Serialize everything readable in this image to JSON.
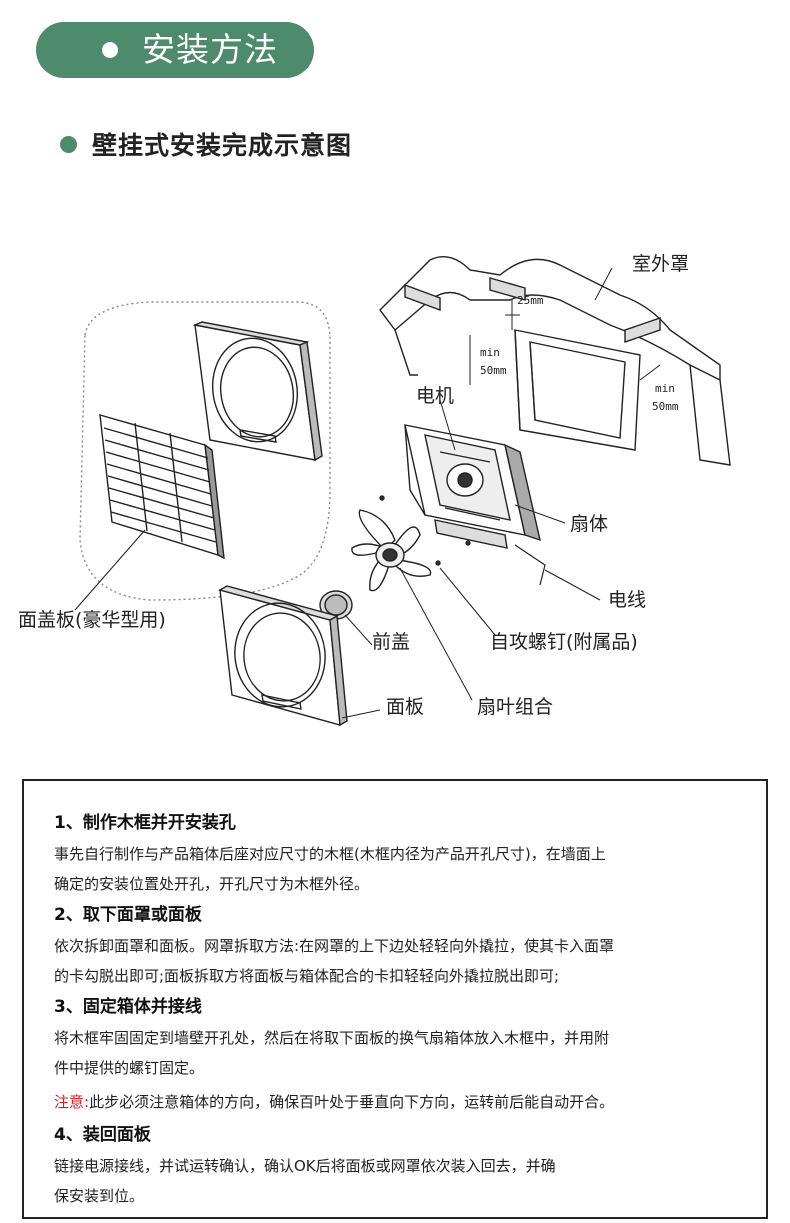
{
  "header": {
    "title": "安装方法"
  },
  "subheading": "壁挂式安装完成示意图",
  "diagram": {
    "labels": {
      "outdoor_cover": "室外罩",
      "motor": "电机",
      "fan_body": "扇体",
      "wire": "电线",
      "screws": "自攻螺钉(附属品)",
      "front_cap": "前盖",
      "blade_assembly": "扇叶组合",
      "panel": "面板",
      "cover_panel": "面盖板(豪华型用)",
      "dim_25": "25mm",
      "dim_min_left": "min",
      "dim_50_left": "50mm",
      "dim_min_right": "min",
      "dim_50_right": "50mm"
    }
  },
  "steps": [
    {
      "title": "1、制作木框并开安装孔",
      "lines": [
        "事先自行制作与产品箱体后座对应尺寸的木框(木框内径为产品开孔尺寸)，在墙面上",
        "确定的安装位置处开孔，开孔尺寸为木框外径。"
      ]
    },
    {
      "title": "2、取下面罩或面板",
      "lines": [
        "依次拆卸面罩和面板。网罩拆取方法:在网罩的上下边处轻轻向外撬拉，使其卡入面罩",
        "的卡勾脱出即可;面板拆取方将面板与箱体配合的卡扣轻轻向外撬拉脱出即可;"
      ]
    },
    {
      "title": "3、固定箱体并接线",
      "lines": [
        "将木框牢固固定到墙壁开孔处，然后在将取下面板的换气扇箱体放入木框中，并用附",
        "件中提供的螺钉固定。"
      ]
    },
    {
      "title": "4、装回面板",
      "lines": [
        "链接电源接线，并试运转确认，确认OK后将面板或网罩依次装入回去，并确",
        "保安装到位。"
      ]
    }
  ],
  "note": {
    "label": "注意:",
    "text": "此步必须注意箱体的方向，确保百叶处于垂直向下方向，运转前后能自动开合。"
  },
  "colors": {
    "accent": "#4e8a6c",
    "note_red": "#e0191f"
  }
}
